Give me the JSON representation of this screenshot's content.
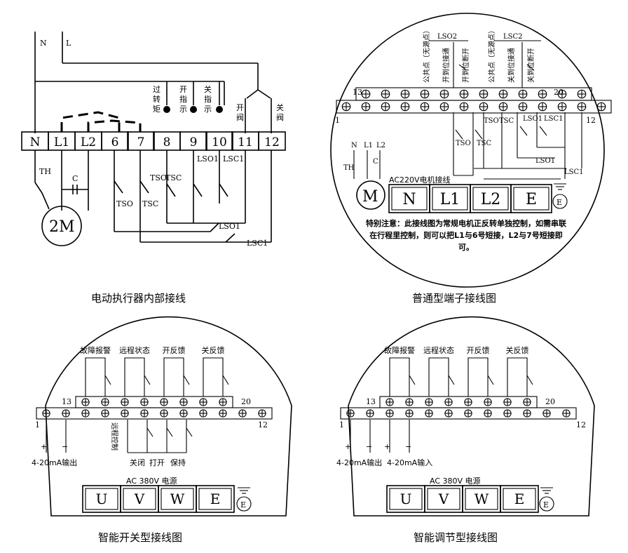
{
  "captions": {
    "internal": "电动执行器内部接线",
    "standard": "普通型端子接线图",
    "smart_switch": "智能开关型接线图",
    "smart_regulating": "智能调节型接线图"
  },
  "internal": {
    "supply": [
      "N",
      "L"
    ],
    "terminals": [
      "N",
      "L1",
      "L2",
      "6",
      "7",
      "8",
      "9",
      "10",
      "11",
      "12"
    ],
    "indicators": [
      "过转矩",
      "开指示",
      "关指示"
    ],
    "valve_labels": [
      "开阀",
      "关阀"
    ],
    "switches": [
      "LSO1",
      "LSC1",
      "TSO",
      "TSC",
      "TSO",
      "TSC",
      "LSO1",
      "LSC1"
    ],
    "components": {
      "thermal": "TH",
      "capacitor": "C",
      "motor": "2M"
    }
  },
  "standard": {
    "top_groups": [
      "LSO2",
      "LSC2"
    ],
    "contact_labels": [
      "公共点（无源点）",
      "开到位接通",
      "开到位断开",
      "公共点（无源点）",
      "关到位接通",
      "关到位断开"
    ],
    "terminal_numbers": {
      "left": "1",
      "thirteen": "13",
      "twenty": "20",
      "right": "12"
    },
    "switches": [
      "TSO",
      "TSC",
      "TSO",
      "TSC",
      "LSO1",
      "LSC1",
      "LSO1",
      "LSC1"
    ],
    "motor_wiring_title": "AC220V电机接线",
    "motor_inputs": [
      "N",
      "L1",
      "L2",
      "TH",
      "C"
    ],
    "motor": "M",
    "terminals": [
      "N",
      "L1",
      "L2",
      "E"
    ],
    "ground": "E",
    "note": "特别注意：此接线图为常规电机正反转单独控制，如需串联在行程里控制，则可以把L1与6号短接，L2与7号短接即可。"
  },
  "smart_switch": {
    "top_labels": [
      "故障报警",
      "远程状态",
      "开反馈",
      "关反馈"
    ],
    "terminal_numbers": {
      "left": "1",
      "thirteen": "13",
      "twenty": "20",
      "right": "12"
    },
    "remote_control": "远程控制",
    "bottom_labels": [
      "关闭",
      "打开",
      "保持"
    ],
    "output": "4-20mA输出",
    "polarity": [
      "+",
      "−"
    ],
    "power": "AC 380V 电源",
    "terminals": [
      "U",
      "V",
      "W",
      "E"
    ],
    "ground": "E"
  },
  "smart_regulating": {
    "top_labels": [
      "故障报警",
      "远程状态",
      "开反馈",
      "关反馈"
    ],
    "terminal_numbers": {
      "left": "1",
      "thirteen": "13",
      "twenty": "20",
      "right": "12"
    },
    "output": "4-20mA输出",
    "input": "4-20mA输入",
    "polarity": [
      "+",
      "−",
      "+",
      "−"
    ],
    "power": "AC 380V 电源",
    "terminals": [
      "U",
      "V",
      "W",
      "E"
    ],
    "ground": "E"
  }
}
